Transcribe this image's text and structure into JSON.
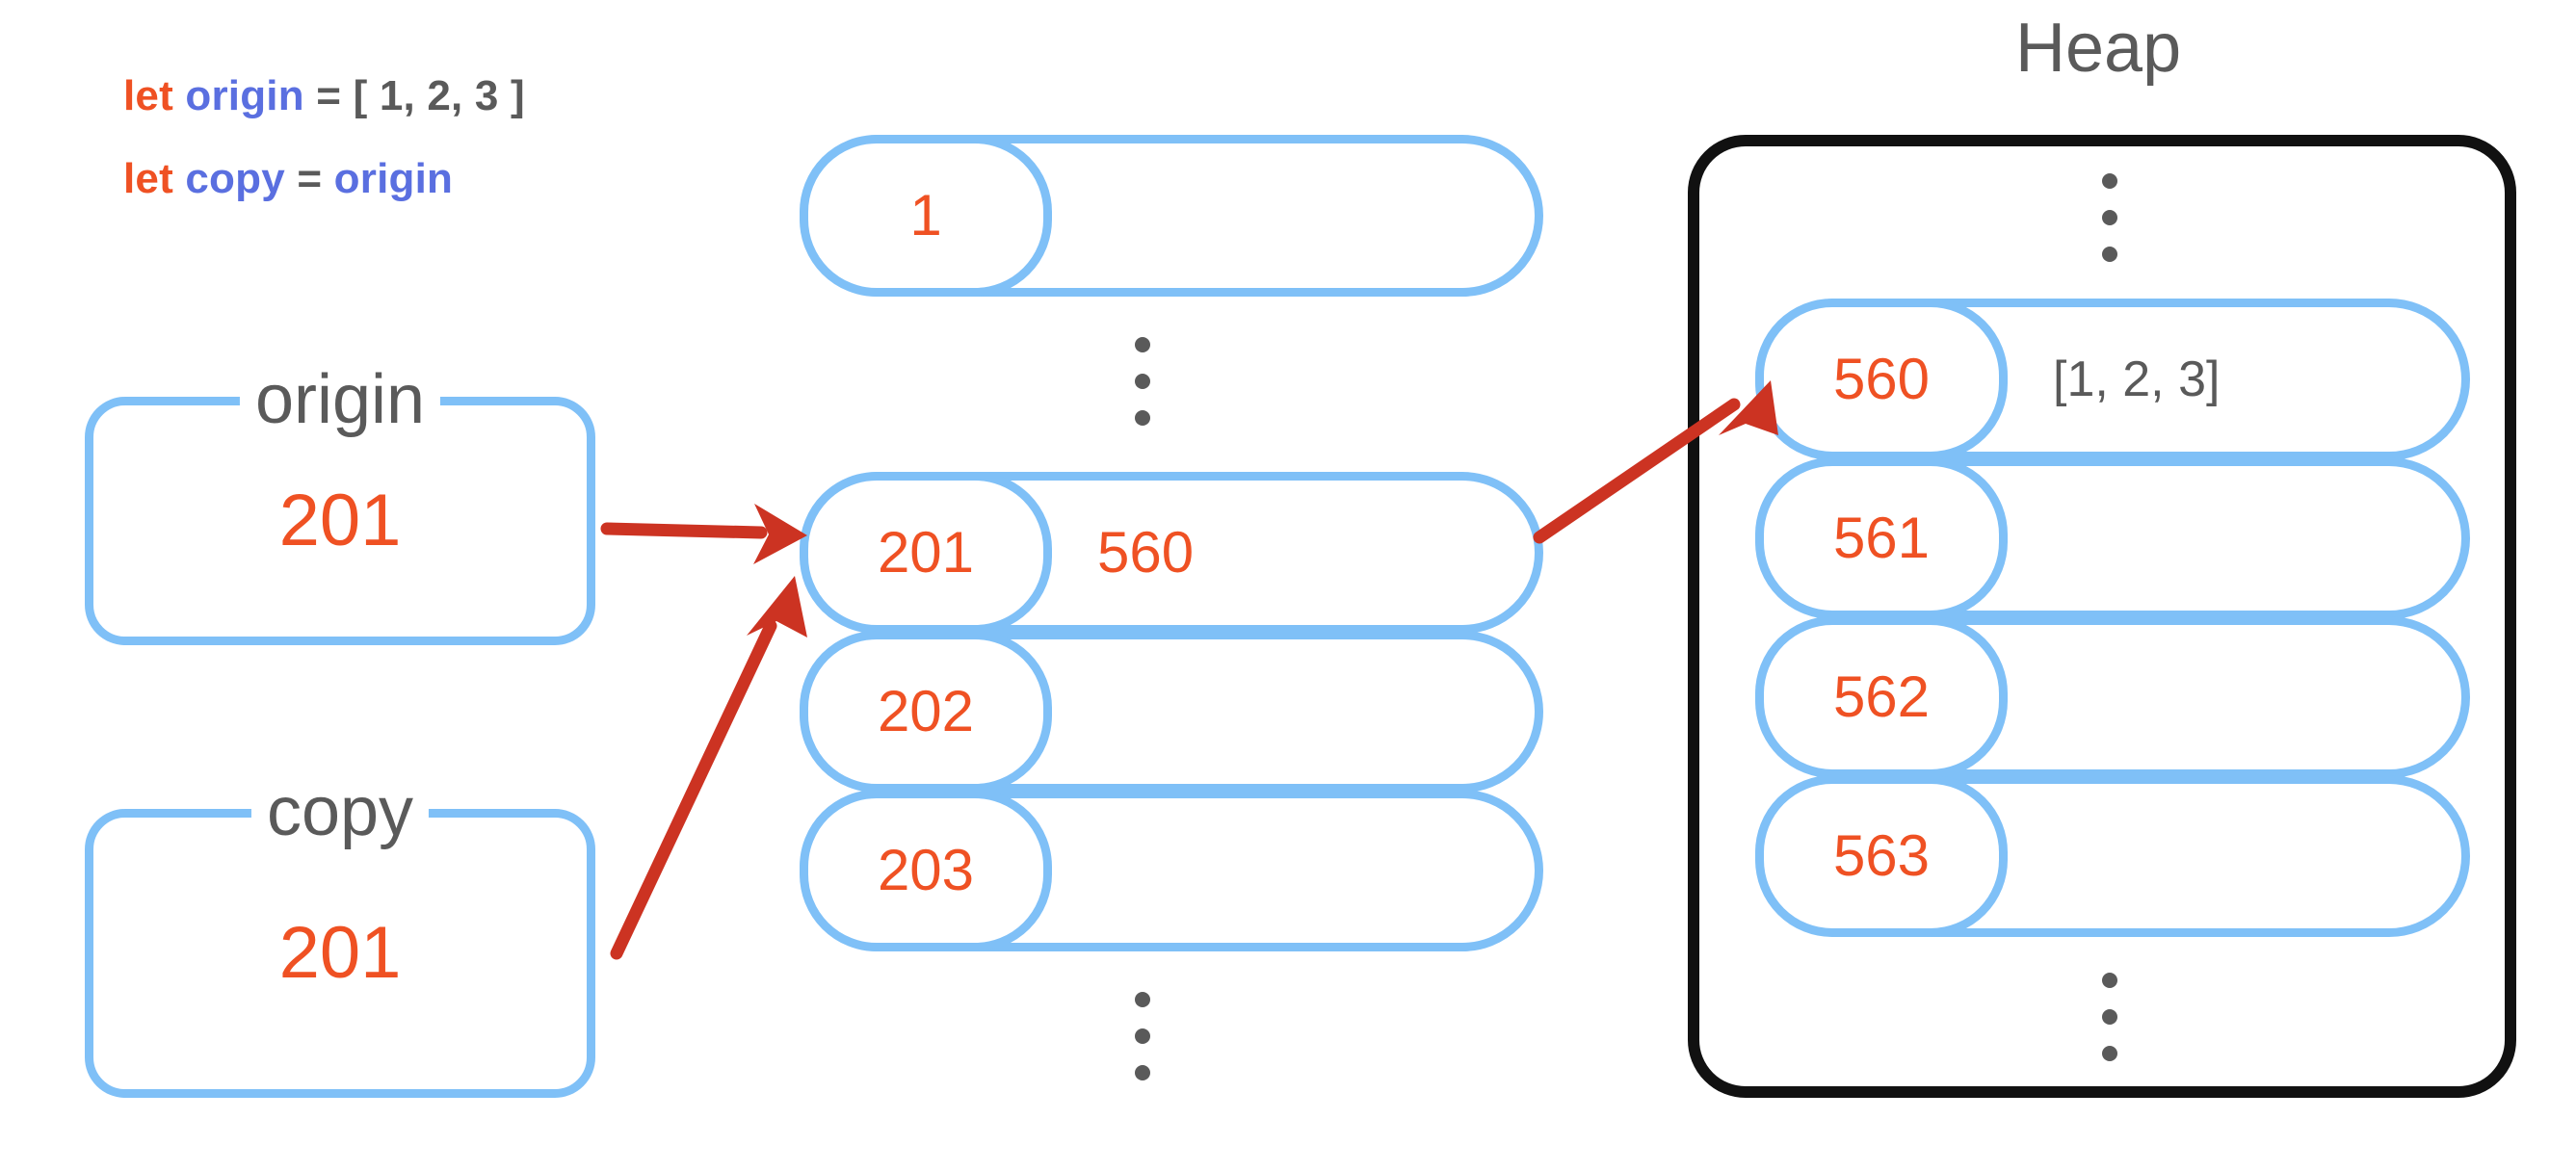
{
  "code": {
    "lines": [
      {
        "keyword": "let",
        "identifier": "origin",
        "operator": "=",
        "literal": "[ 1, 2, 3 ]"
      },
      {
        "keyword": "let",
        "identifier": "copy",
        "operator": "=",
        "identifier2": "origin"
      }
    ]
  },
  "variables": [
    {
      "name": "origin",
      "value": "201"
    },
    {
      "name": "copy",
      "value": "201"
    }
  ],
  "stack": {
    "rows": [
      {
        "address": "1",
        "value": ""
      },
      {
        "address": "201",
        "value": "560"
      },
      {
        "address": "202",
        "value": ""
      },
      {
        "address": "203",
        "value": ""
      }
    ],
    "ellipsis_top": "⋮",
    "ellipsis_bottom": "⋮"
  },
  "heap": {
    "title": "Heap",
    "rows": [
      {
        "address": "560",
        "value": "[1, 2, 3]"
      },
      {
        "address": "561",
        "value": ""
      },
      {
        "address": "562",
        "value": ""
      },
      {
        "address": "563",
        "value": ""
      }
    ],
    "ellipsis_top": "⋮",
    "ellipsis_bottom": "⋮"
  },
  "arrows": [
    {
      "name": "origin-to-stack-201",
      "from": "origin box",
      "to": "stack row 201"
    },
    {
      "name": "copy-to-stack-201",
      "from": "copy box",
      "to": "stack row 201"
    },
    {
      "name": "stack-201-to-heap-560",
      "from": "stack row 201 value 560",
      "to": "heap row 560"
    }
  ],
  "colors": {
    "accent_orange": "#EF5123",
    "identifier_blue": "#5A6FE0",
    "cell_blue": "#7FC0F7",
    "arrow_red": "#CC3322",
    "text_gray": "#5A5A5A",
    "heap_border": "#111111"
  }
}
